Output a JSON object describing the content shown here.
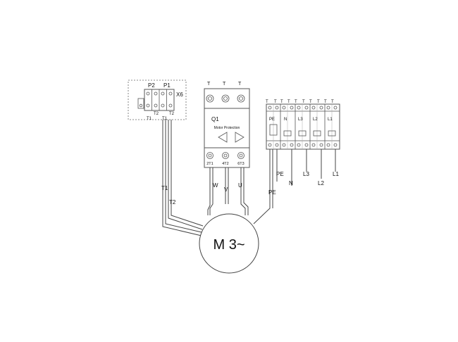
{
  "terminal_x6": {
    "label": "X6",
    "label_p2": "P2",
    "label_p1": "P1",
    "pin_labels": [
      "T1",
      "T2",
      "T1",
      "T2"
    ]
  },
  "protection": {
    "label": "Q1",
    "subtitle": "Motor Protection",
    "bottom_terminals": [
      "2T1",
      "4T2",
      "6T3"
    ]
  },
  "supply_terminals": {
    "labels": [
      "PE",
      "N",
      "L3",
      "L2",
      "L1"
    ]
  },
  "wires": {
    "motor_phases": [
      "W",
      "V",
      "U"
    ],
    "supply": [
      "PE",
      "N",
      "L3",
      "L2",
      "L1"
    ],
    "thermistor": [
      "T1",
      "T2"
    ],
    "motor_pe": "PE"
  },
  "motor": {
    "label": "M 3~"
  }
}
